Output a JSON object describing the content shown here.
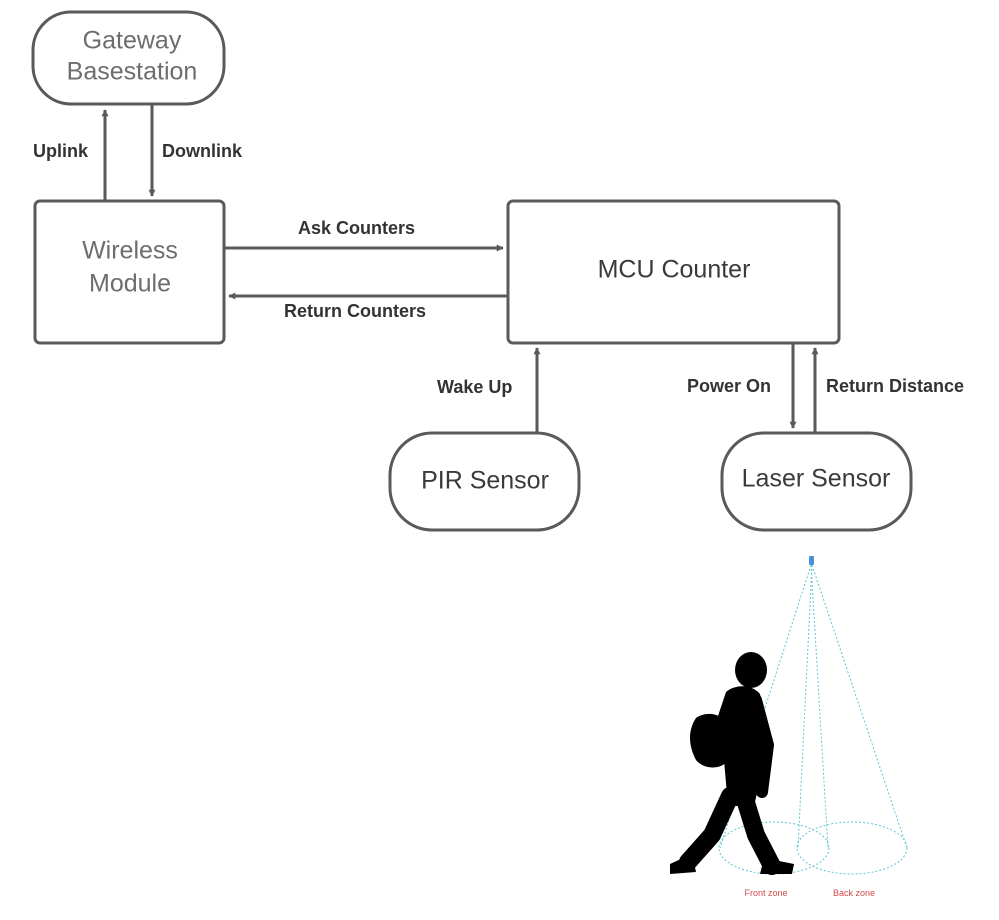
{
  "nodes": {
    "gateway": {
      "lines": [
        "Gateway",
        "Basestation"
      ]
    },
    "wireless": {
      "lines": [
        "Wireless",
        "Module"
      ]
    },
    "mcu": {
      "lines": [
        "MCU Counter"
      ]
    },
    "pir": {
      "lines": [
        "PIR Sensor"
      ]
    },
    "laser": {
      "lines": [
        "Laser Sensor"
      ]
    }
  },
  "edges": {
    "uplink": "Uplink",
    "downlink": "Downlink",
    "ask_counters": "Ask Counters",
    "return_counters": "Return Counters",
    "wake_up": "Wake Up",
    "power_on": "Power On",
    "return_distance": "Return Distance"
  },
  "illustration": {
    "front_zone": "Front zone",
    "back_zone": "Back zone"
  },
  "colors": {
    "stroke": "#5a5a5a",
    "node_text_grey": "#6d6d6d",
    "node_text_dark": "#3a3a3a",
    "beam": "#5fc4d6",
    "zone_text": "#d24a4a",
    "figure": "#000000"
  }
}
